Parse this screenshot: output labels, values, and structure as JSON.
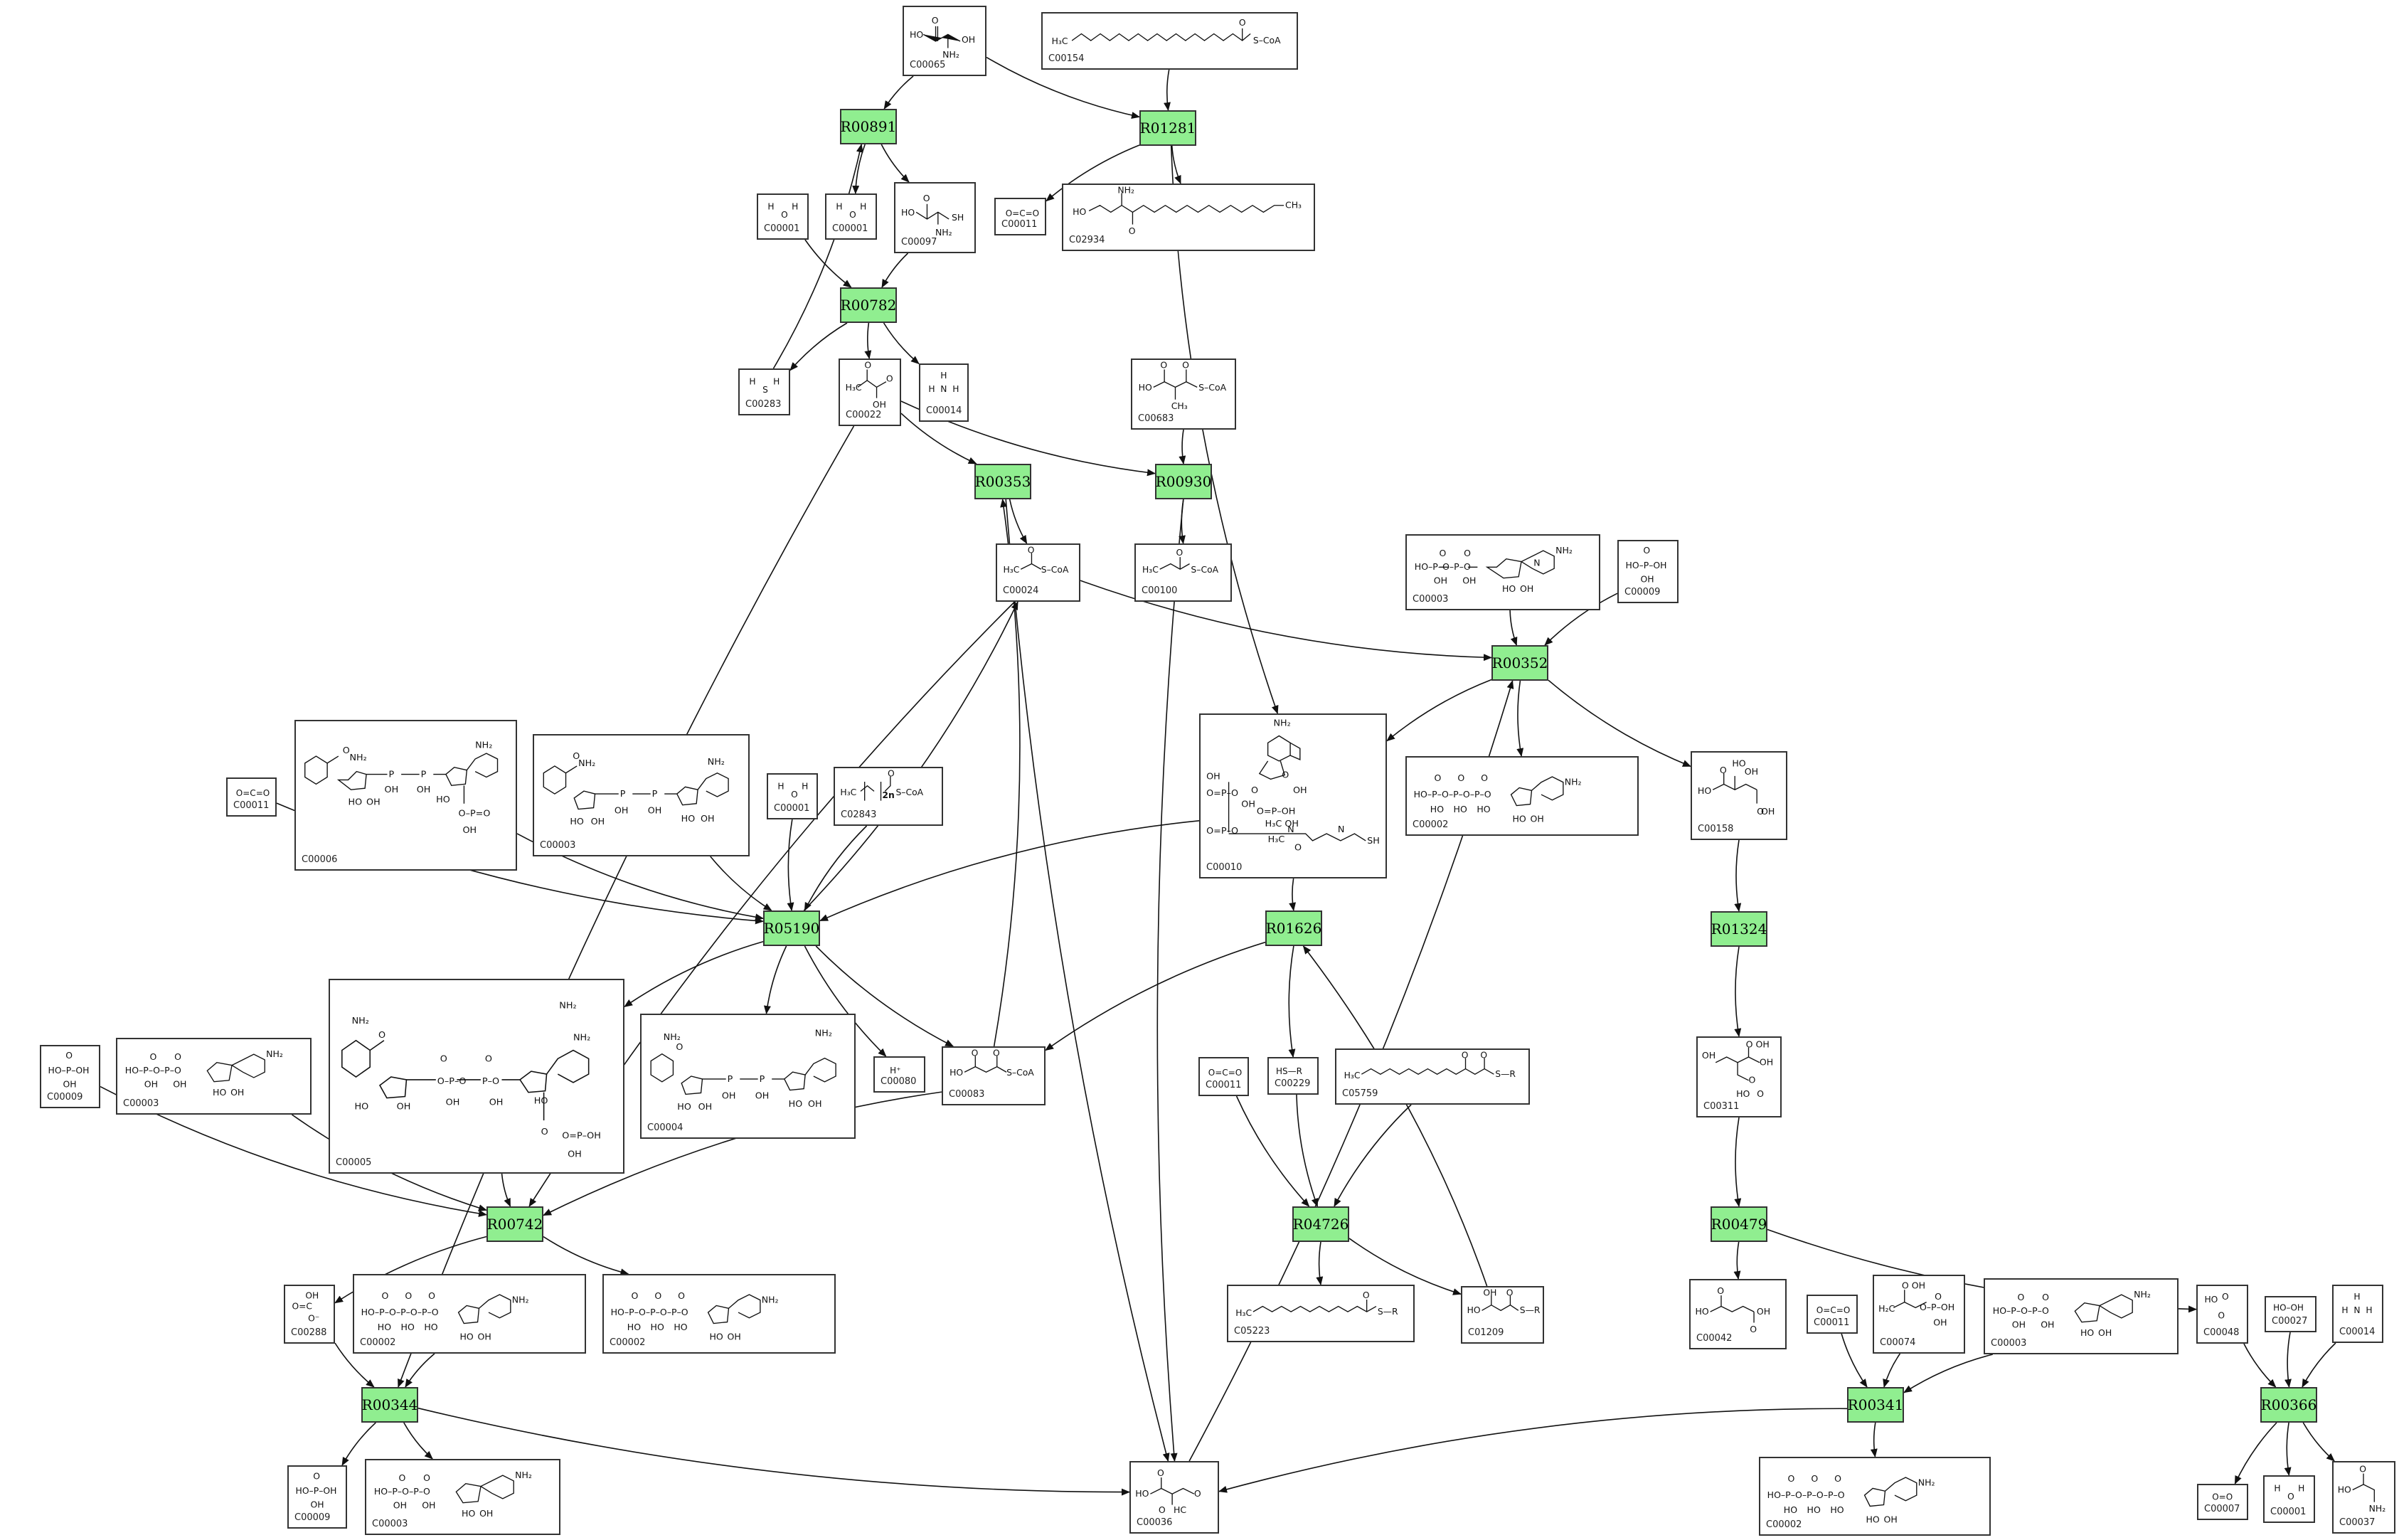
{
  "diagram": {
    "type": "KEGG reaction network",
    "reactions": {
      "R00891": "R00891",
      "R01281": "R01281",
      "R00782": "R00782",
      "R00353": "R00353",
      "R00930": "R00930",
      "R00352": "R00352",
      "R05190": "R05190",
      "R01626": "R01626",
      "R01324": "R01324",
      "R00742": "R00742",
      "R04726": "R04726",
      "R00479": "R00479",
      "R00344": "R00344",
      "R00341": "R00341",
      "R00366": "R00366"
    },
    "compounds": {
      "n1": {
        "id": "C00065",
        "structure": "HO-C(=O)-CH(NH2)-CH2-OH"
      },
      "n2": {
        "id": "C00154",
        "structure": "H3C-(CH2)14-C(=O)-S-CoA"
      },
      "n3": {
        "id": "C00001",
        "structure": "H2O"
      },
      "n4": {
        "id": "C00001",
        "structure": "H2O"
      },
      "n5": {
        "id": "C00097",
        "structure": "HO-C(=O)-CH(NH2)-CH2-SH"
      },
      "n6": {
        "id": "C00011",
        "structure": "O=C=O"
      },
      "n7": {
        "id": "C02934",
        "structure": "HO-CH2-CH(NH2)-C(=O)-(CH2)14-CH3"
      },
      "n8": {
        "id": "C00283",
        "structure": "H2S"
      },
      "n9": {
        "id": "C00022",
        "structure": "CH3-C(=O)-COOH"
      },
      "n10": {
        "id": "C00014",
        "structure": "NH3"
      },
      "n11": {
        "id": "C00683",
        "structure": "HO-C(=O)-CH(CH3)-C(=O)-S-CoA"
      },
      "n12": {
        "id": "C00024",
        "structure": "H3C-C(=O)-S-CoA"
      },
      "n13": {
        "id": "C00100",
        "structure": "H3C-CH2-C(=O)-S-CoA"
      },
      "n14": {
        "id": "C00003",
        "structure": "ADP-ribose diphosphate"
      },
      "n15": {
        "id": "C00009",
        "structure": "H3PO4"
      },
      "n16": {
        "id": "C00011",
        "structure": "O=C=O"
      },
      "n17": {
        "id": "C00006",
        "structure": "NADP+"
      },
      "n18": {
        "id": "C00003",
        "structure": "NAD+"
      },
      "n19": {
        "id": "C00001",
        "structure": "H2O"
      },
      "n20": {
        "id": "C02843",
        "structure": "H3C-[CH2]2n-C(=O)-S-CoA"
      },
      "n21": {
        "id": "C00010",
        "structure": "CoA"
      },
      "n22": {
        "id": "C00002",
        "structure": "ATP"
      },
      "n23": {
        "id": "C00158",
        "structure": "citrate"
      },
      "n24": {
        "id": "C00009",
        "structure": "H3PO4"
      },
      "n25": {
        "id": "C00003",
        "structure": "NAD+"
      },
      "n26": {
        "id": "C00005",
        "structure": "NADPH"
      },
      "n27": {
        "id": "C00004",
        "structure": "NADH"
      },
      "n28": {
        "id": "C00080",
        "structure": "H+"
      },
      "n29": {
        "id": "C00083",
        "structure": "HO-C(=O)-CH2-C(=O)-S-CoA"
      },
      "n30": {
        "id": "C00011",
        "structure": "O=C=O"
      },
      "n31": {
        "id": "C00229",
        "structure": "HS-R"
      },
      "n32": {
        "id": "C05759",
        "structure": "H3C-(CH2)n-C(=O)-CH2-C(=O)-S-R"
      },
      "n33": {
        "id": "C00311",
        "structure": "isocitrate"
      },
      "n34": {
        "id": "C00288",
        "structure": "HCO3-"
      },
      "n35": {
        "id": "C00002",
        "structure": "ATP"
      },
      "n36": {
        "id": "C00002",
        "structure": "ATP"
      },
      "n37": {
        "id": "C05223",
        "structure": "H3C-(CH2)n-C(=O)-S-R"
      },
      "n38": {
        "id": "C01209",
        "structure": "HO-C(=O)-CH2-C(=O)-S-R"
      },
      "n39": {
        "id": "C00042",
        "structure": "succinate"
      },
      "n40": {
        "id": "C00011",
        "structure": "O=C=O"
      },
      "n41": {
        "id": "C00074",
        "structure": "phosphoenolpyruvate"
      },
      "n42": {
        "id": "C00003",
        "structure": "NAD+"
      },
      "n43": {
        "id": "C00048",
        "structure": "glyoxylate"
      },
      "n44": {
        "id": "C00027",
        "structure": "HO-OH"
      },
      "n45": {
        "id": "C00014",
        "structure": "NH3"
      },
      "n46": {
        "id": "C00009",
        "structure": "H3PO4"
      },
      "n47": {
        "id": "C00003",
        "structure": "NAD+"
      },
      "n48": {
        "id": "C00036",
        "structure": "oxaloacetate"
      },
      "n49": {
        "id": "C00002",
        "structure": "ATP"
      },
      "n50": {
        "id": "C00007",
        "structure": "O=O"
      },
      "n51": {
        "id": "C00001",
        "structure": "H2O"
      },
      "n52": {
        "id": "C00037",
        "structure": "glycine"
      }
    },
    "edges": [
      [
        "n1",
        "R00891"
      ],
      [
        "R00891",
        "n4"
      ],
      [
        "R00891",
        "n5"
      ],
      [
        "n1",
        "R01281"
      ],
      [
        "n2",
        "R01281"
      ],
      [
        "R01281",
        "n6"
      ],
      [
        "R01281",
        "n7"
      ],
      [
        "R01281",
        "n21"
      ],
      [
        "n3",
        "R00782"
      ],
      [
        "n5",
        "R00782"
      ],
      [
        "R00782",
        "n8"
      ],
      [
        "R00782",
        "n9"
      ],
      [
        "R00782",
        "n10"
      ],
      [
        "n8",
        "R00891"
      ],
      [
        "n9",
        "R00353"
      ],
      [
        "R00353",
        "n12"
      ],
      [
        "R00353",
        "n48"
      ],
      [
        "n9",
        "R00930"
      ],
      [
        "n11",
        "R00930"
      ],
      [
        "R00930",
        "n13"
      ],
      [
        "R00930",
        "n48"
      ],
      [
        "n9",
        "R00344"
      ],
      [
        "n14",
        "R00352"
      ],
      [
        "n15",
        "R00352"
      ],
      [
        "n12",
        "R00352"
      ],
      [
        "R00352",
        "n21"
      ],
      [
        "R00352",
        "n22"
      ],
      [
        "R00352",
        "n23"
      ],
      [
        "n48",
        "R00352"
      ],
      [
        "n16",
        "R05190"
      ],
      [
        "n17",
        "R05190"
      ],
      [
        "n18",
        "R05190"
      ],
      [
        "n19",
        "R05190"
      ],
      [
        "n20",
        "R05190"
      ],
      [
        "n21",
        "R05190"
      ],
      [
        "R05190",
        "n26"
      ],
      [
        "R05190",
        "n27"
      ],
      [
        "R05190",
        "n28"
      ],
      [
        "R05190",
        "n29"
      ],
      [
        "R05190",
        "n12"
      ],
      [
        "n21",
        "R01626"
      ],
      [
        "R01626",
        "n29"
      ],
      [
        "R01626",
        "n31"
      ],
      [
        "n23",
        "R01324"
      ],
      [
        "R01324",
        "n33"
      ],
      [
        "n24",
        "R00742"
      ],
      [
        "n25",
        "R00742"
      ],
      [
        "n26",
        "R00742"
      ],
      [
        "n29",
        "R00742"
      ],
      [
        "n12",
        "R00742"
      ],
      [
        "R00742",
        "n34"
      ],
      [
        "R00742",
        "n36"
      ],
      [
        "n29",
        "R00353"
      ],
      [
        "n30",
        "R04726"
      ],
      [
        "n31",
        "R04726"
      ],
      [
        "n32",
        "R04726"
      ],
      [
        "R04726",
        "n37"
      ],
      [
        "R04726",
        "n38"
      ],
      [
        "n38",
        "R01626"
      ],
      [
        "n33",
        "R00479"
      ],
      [
        "R00479",
        "n39"
      ],
      [
        "R00479",
        "n43"
      ],
      [
        "n34",
        "R00344"
      ],
      [
        "n35",
        "R00344"
      ],
      [
        "R00344",
        "n46"
      ],
      [
        "R00344",
        "n47"
      ],
      [
        "R00344",
        "n48"
      ],
      [
        "n40",
        "R00341"
      ],
      [
        "n41",
        "R00341"
      ],
      [
        "n42",
        "R00341"
      ],
      [
        "R00341",
        "n48"
      ],
      [
        "R00341",
        "n49"
      ],
      [
        "n43",
        "R00366"
      ],
      [
        "n44",
        "R00366"
      ],
      [
        "n45",
        "R00366"
      ],
      [
        "R00366",
        "n50"
      ],
      [
        "R00366",
        "n51"
      ],
      [
        "R00366",
        "n52"
      ]
    ]
  }
}
